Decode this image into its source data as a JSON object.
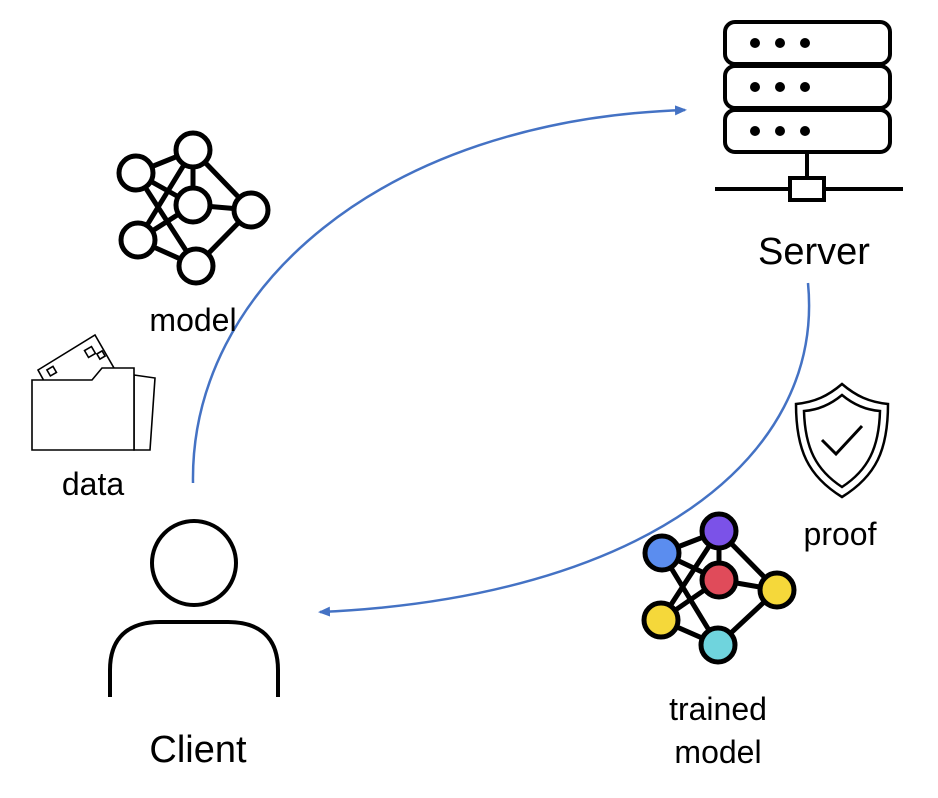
{
  "labels": {
    "server": "Server",
    "client": "Client",
    "model": "model",
    "data": "data",
    "proof": "proof",
    "trained_line1": "trained",
    "trained_line2": "model"
  },
  "colors": {
    "arrow": "#4472c4",
    "outline": "#000000",
    "node_blue": "#5b8def",
    "node_purple": "#7b52e8",
    "node_red": "#e04b5a",
    "node_yellow": "#f5d83a",
    "node_cyan": "#6fd4dd"
  },
  "icons": {
    "server": "server-rack-icon",
    "client": "user-icon",
    "model": "neural-network-icon",
    "data": "folder-icon",
    "proof": "shield-check-icon",
    "trained_model": "colored-neural-network-icon"
  }
}
